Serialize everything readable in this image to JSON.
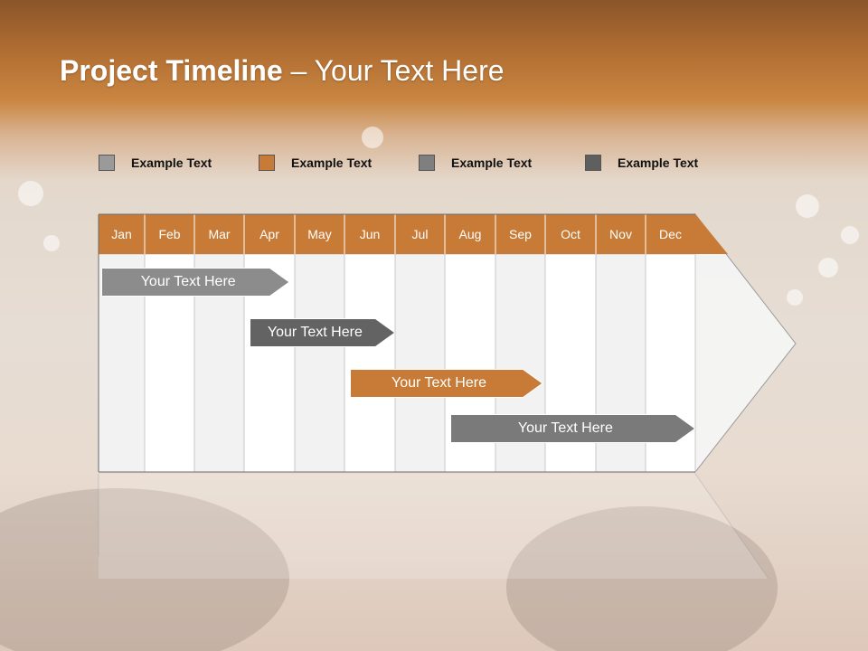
{
  "slide": {
    "title_bold": "Project Timeline",
    "title_rest": " – Your Text Here"
  },
  "legend": [
    {
      "label": "Example Text",
      "color": "#9a9a9a"
    },
    {
      "label": "Example Text",
      "color": "#c77b36"
    },
    {
      "label": "Example Text",
      "color": "#7f7f7f"
    },
    {
      "label": "Example Text",
      "color": "#5f5f5f"
    }
  ],
  "timeline": {
    "months": [
      "Jan",
      "Feb",
      "Mar",
      "Apr",
      "May",
      "Jun",
      "Jul",
      "Aug",
      "Sep",
      "Oct",
      "Nov",
      "Dec"
    ],
    "header_color": "#c77b36",
    "tasks": [
      {
        "label": "Your  Text Here",
        "start_month": 0.0,
        "end_month": 3.9,
        "color": "#8c8c8c"
      },
      {
        "label": "Your  Text Here",
        "start_month": 3.05,
        "end_month": 6.0,
        "color": "#636363"
      },
      {
        "label": "Your  Text Here",
        "start_month": 5.05,
        "end_month": 8.95,
        "color": "#c77b36"
      },
      {
        "label": "Your  Text Here",
        "start_month": 7.05,
        "end_month": 12.0,
        "color": "#7a7a7a"
      }
    ]
  }
}
